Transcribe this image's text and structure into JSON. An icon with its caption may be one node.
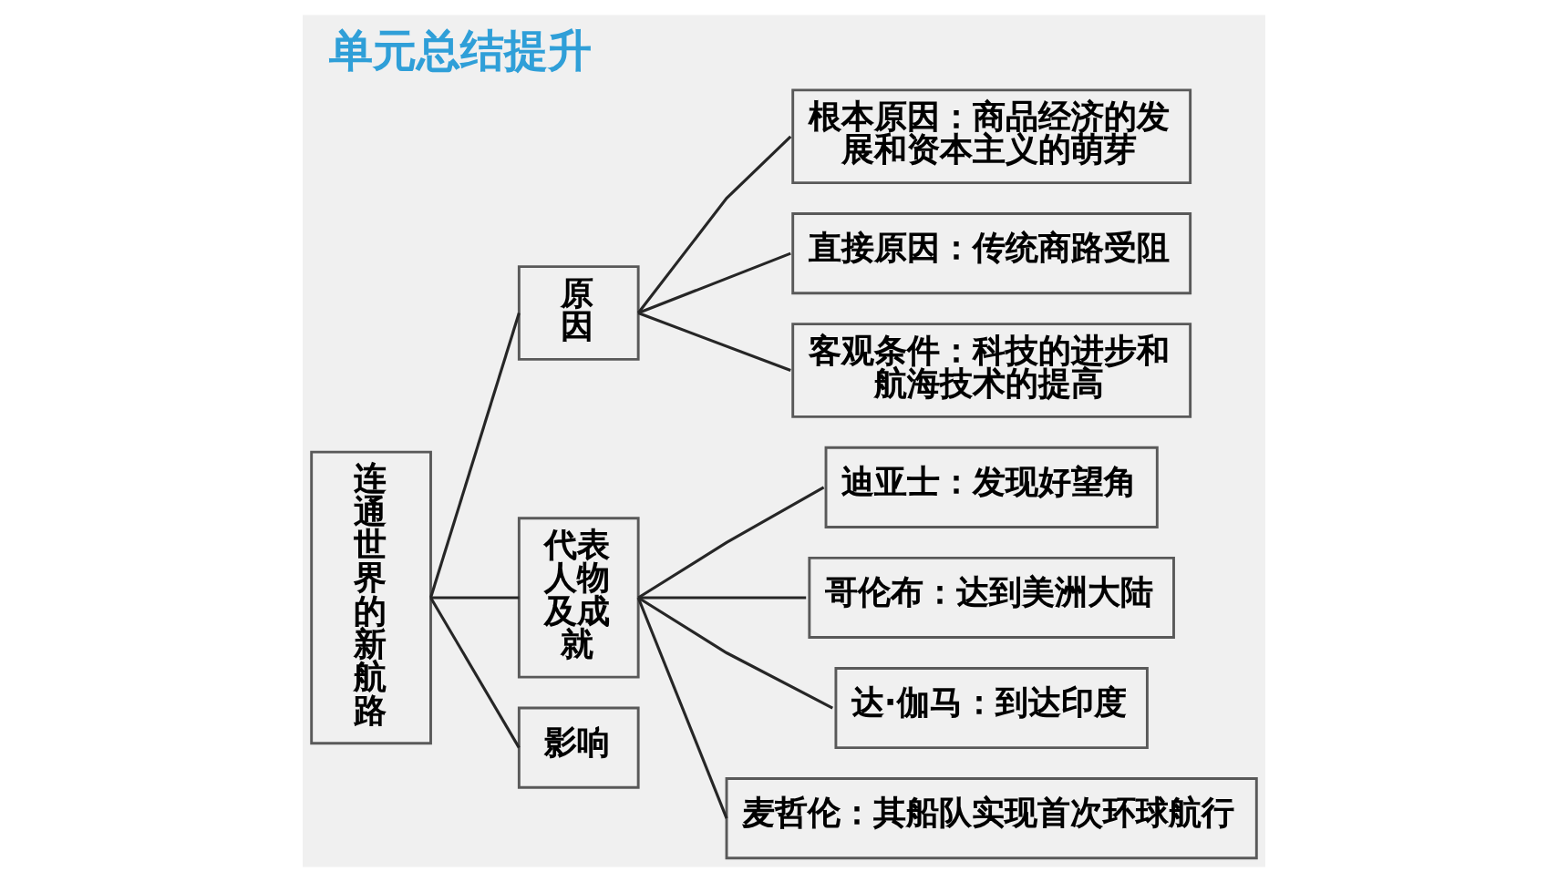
{
  "diagram": {
    "title": "单元总结提升",
    "nodes": [
      {
        "text": [
          "连通世界的新航路"
        ]
      },
      {
        "text": [
          "原因"
        ]
      },
      {
        "text": [
          "根本原因：商品经济的发展和资本主义的萌芽"
        ]
      },
      {
        "text": [
          "直接原因：传统商路受阻"
        ]
      },
      {
        "text": [
          "客观条件：科技的进步和航海技术的提高"
        ]
      },
      {
        "text": [
          "代表人物及成就"
        ]
      },
      {
        "text": [
          "迪亚士：发现好望角"
        ]
      },
      {
        "text": [
          "哥伦布：达到美洲大陆"
        ]
      },
      {
        "text": [
          "达·伽马：到达印度"
        ]
      },
      {
        "text": [
          "麦哲伦：其船队实现首次环球航行"
        ]
      },
      {
        "text": [
          "影响"
        ]
      }
    ],
    "edges": [
      {
        "from": 0,
        "to": 1,
        "arrow": "none"
      },
      {
        "from": 0,
        "to": 5,
        "arrow": "none"
      },
      {
        "from": 0,
        "to": 10,
        "arrow": "none"
      },
      {
        "from": 1,
        "to": 2,
        "arrow": "none"
      },
      {
        "from": 1,
        "to": 3,
        "arrow": "none"
      },
      {
        "from": 1,
        "to": 4,
        "arrow": "none"
      },
      {
        "from": 5,
        "to": 6,
        "arrow": "none"
      },
      {
        "from": 5,
        "to": 7,
        "arrow": "none"
      },
      {
        "from": 5,
        "to": 8,
        "arrow": "none"
      },
      {
        "from": 5,
        "to": 9,
        "arrow": "none"
      }
    ]
  }
}
